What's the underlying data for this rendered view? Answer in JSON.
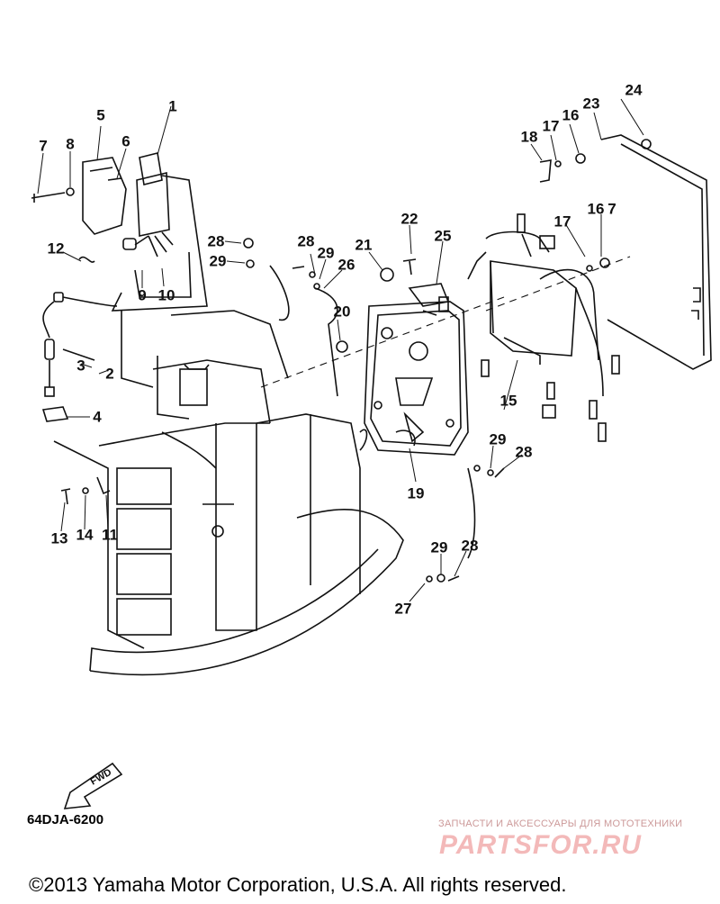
{
  "callouts": [
    {
      "id": "c1",
      "label": "1"
    },
    {
      "id": "c2",
      "label": "2"
    },
    {
      "id": "c3",
      "label": "3"
    },
    {
      "id": "c4",
      "label": "4"
    },
    {
      "id": "c5",
      "label": "5"
    },
    {
      "id": "c6",
      "label": "6"
    },
    {
      "id": "c7",
      "label": "7"
    },
    {
      "id": "c8",
      "label": "8"
    },
    {
      "id": "c9",
      "label": "9"
    },
    {
      "id": "c10",
      "label": "10"
    },
    {
      "id": "c11",
      "label": "11"
    },
    {
      "id": "c12",
      "label": "12"
    },
    {
      "id": "c13",
      "label": "13"
    },
    {
      "id": "c14",
      "label": "14"
    },
    {
      "id": "c15",
      "label": "15"
    },
    {
      "id": "c16a",
      "label": "16"
    },
    {
      "id": "c16b",
      "label": "16"
    },
    {
      "id": "c17a",
      "label": "17"
    },
    {
      "id": "c17b",
      "label": "17"
    },
    {
      "id": "c18",
      "label": "18"
    },
    {
      "id": "c19",
      "label": "19"
    },
    {
      "id": "c20",
      "label": "20"
    },
    {
      "id": "c21",
      "label": "21"
    },
    {
      "id": "c22",
      "label": "22"
    },
    {
      "id": "c23",
      "label": "23"
    },
    {
      "id": "c24",
      "label": "24"
    },
    {
      "id": "c25",
      "label": "25"
    },
    {
      "id": "c26",
      "label": "26"
    },
    {
      "id": "c27",
      "label": "27"
    },
    {
      "id": "c28a",
      "label": "28"
    },
    {
      "id": "c28b",
      "label": "28"
    },
    {
      "id": "c28c",
      "label": "28"
    },
    {
      "id": "c28d",
      "label": "28"
    },
    {
      "id": "c29a",
      "label": "29"
    },
    {
      "id": "c29b",
      "label": "29"
    },
    {
      "id": "c29c",
      "label": "29"
    },
    {
      "id": "c29d",
      "label": "29"
    },
    {
      "id": "c7b",
      "label": "7"
    }
  ],
  "fwd_label": "FWD",
  "diagram_code": "64DJA-6200",
  "watermark": {
    "tagline": "ЗАПЧАСТИ И АКСЕССУАРЫ ДЛЯ МОТОТЕХНИКИ",
    "logo": "PARTSFOR.RU"
  },
  "copyright": "©2013 Yamaha Motor Corporation, U.S.A. All rights reserved."
}
